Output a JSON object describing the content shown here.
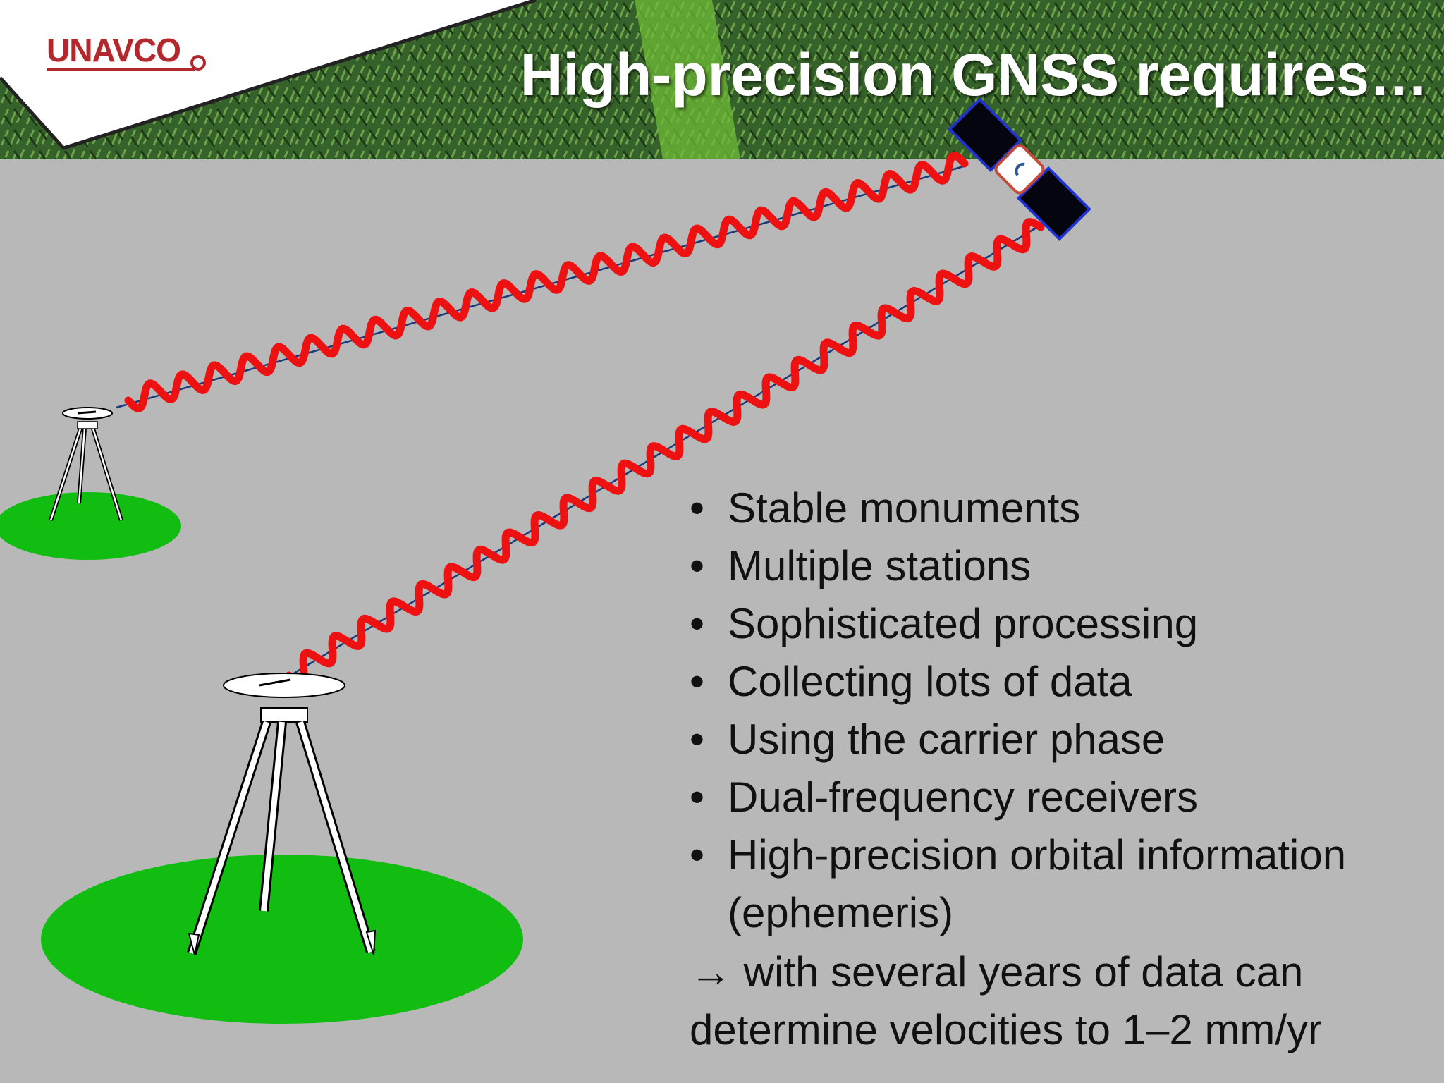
{
  "slide": {
    "logo_text": "UNAVCO",
    "title": "High-precision GNSS requires…",
    "bullets": [
      "Stable monuments",
      "Multiple stations",
      "Sophisticated processing",
      "Collecting lots of data",
      "Using the carrier phase",
      "Dual-frequency receivers",
      "High-precision orbital information"
    ],
    "bullet_continuation": "(ephemeris)",
    "conclusion_arrow": "→",
    "conclusion_line1": " with several years of data can",
    "conclusion_line2": "determine velocities to 1–2 mm/yr"
  },
  "colors": {
    "background": "#b8b8b8",
    "ground": "#10bd10",
    "signal_wave": "#ee1111",
    "signal_line": "#1a3a7a",
    "logo": "#b3282d",
    "title": "#ffffff",
    "banner_green": "#3d6e2a"
  },
  "icons": [
    "satellite-icon",
    "tripod-antenna-icon"
  ]
}
